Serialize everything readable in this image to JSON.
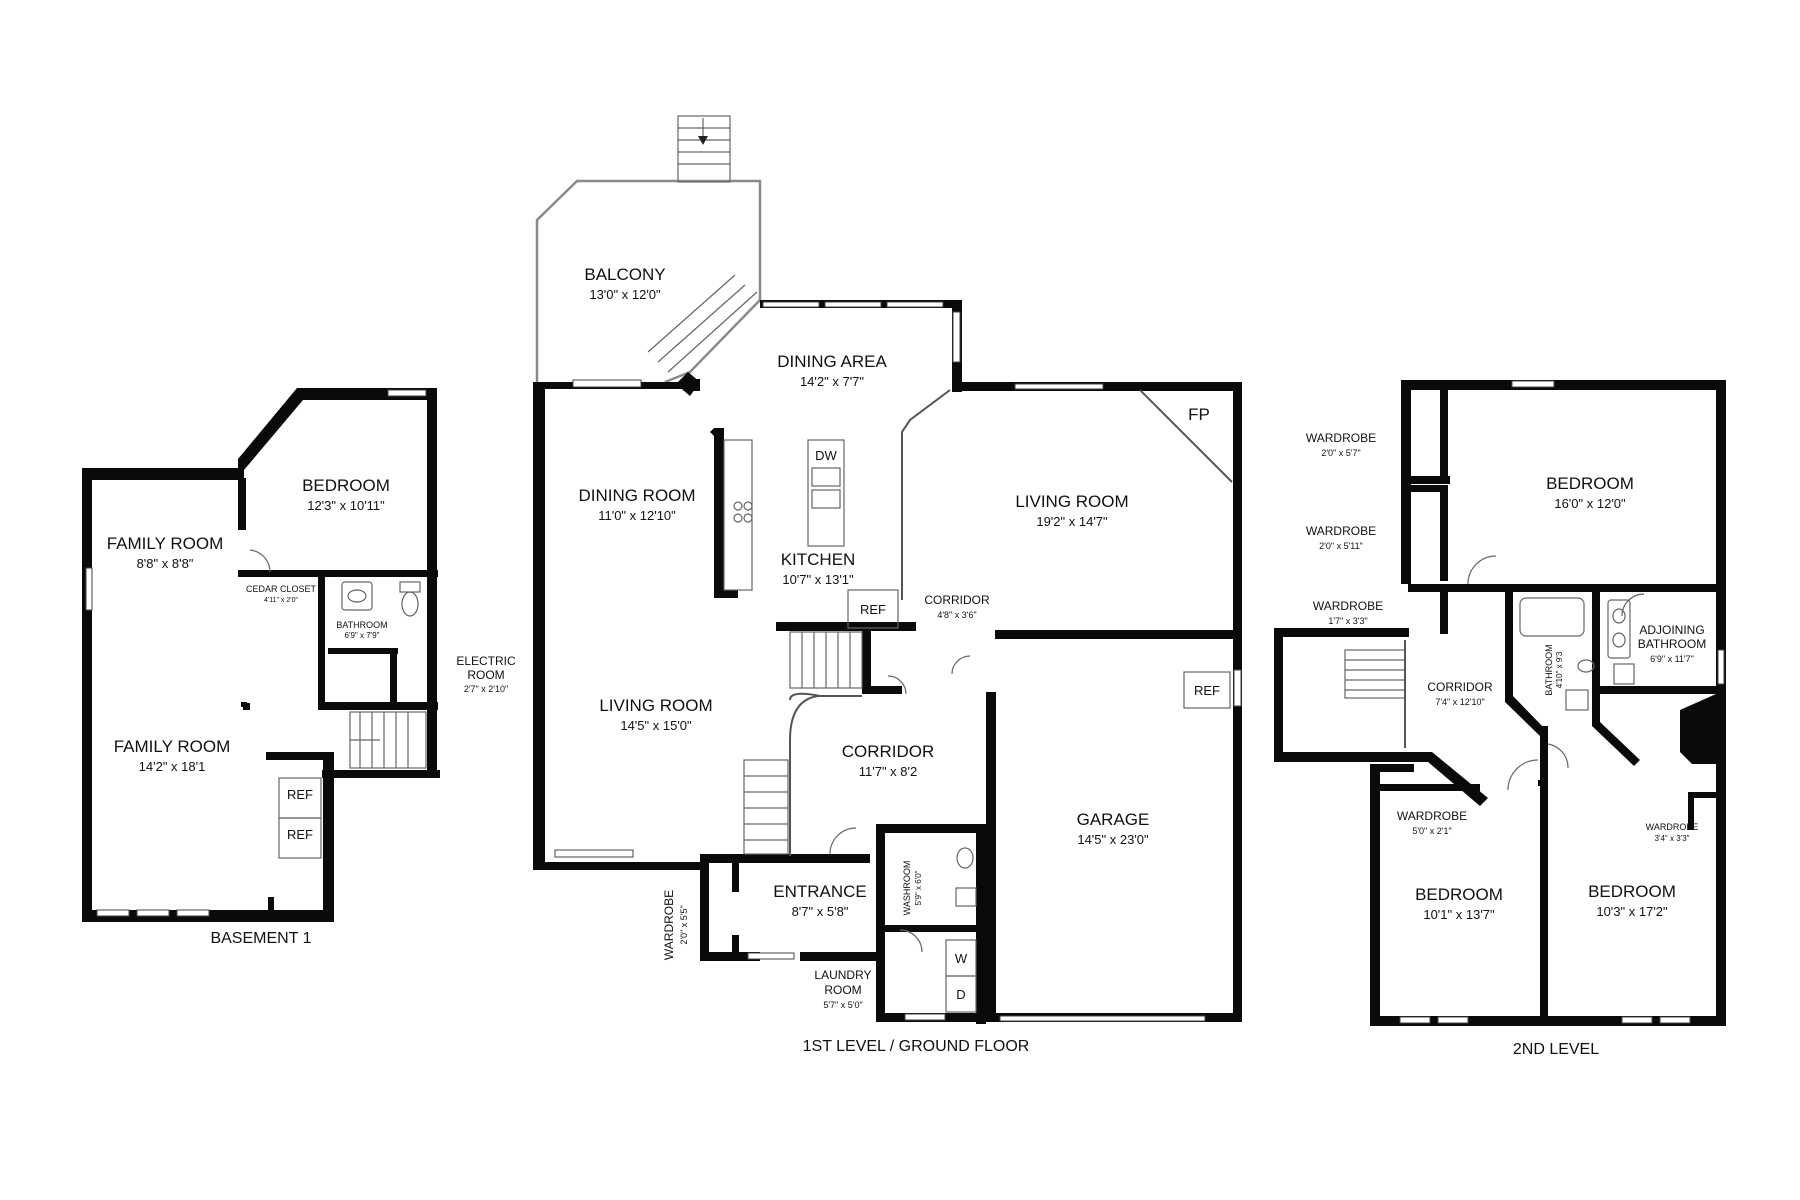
{
  "levels": {
    "basement": {
      "title": "BASEMENT 1",
      "rooms": [
        {
          "name": "FAMILY ROOM",
          "dims": "8'8\" x 8'8\""
        },
        {
          "name": "BEDROOM",
          "dims": "12'3\" x 10'11\""
        },
        {
          "name": "CEDAR CLOSET",
          "dims": "4'11\" x 2'0\""
        },
        {
          "name": "BATHROOM",
          "dims": "6'9\" x 7'9\""
        },
        {
          "name": "ELECTRIC ROOM",
          "name_line2": "ROOM",
          "name_line1": "ELECTRIC",
          "dims": "2'7\" x 2'10\""
        },
        {
          "name": "FAMILY ROOM",
          "dims": "14'2\" x 18'1"
        }
      ],
      "fixtures": {
        "ref1": "REF",
        "ref2": "REF"
      }
    },
    "ground": {
      "title": "1ST LEVEL / GROUND FLOOR",
      "rooms": [
        {
          "name": "BALCONY",
          "dims": "13'0\" x 12'0\""
        },
        {
          "name": "DINING AREA",
          "dims": "14'2\" x 7'7\""
        },
        {
          "name": "DINING ROOM",
          "dims": "11'0\" x 12'10\""
        },
        {
          "name": "KITCHEN",
          "dims": "10'7\" x 13'1\""
        },
        {
          "name": "LIVING ROOM",
          "dims": "19'2\" x 14'7\""
        },
        {
          "name": "CORRIDOR",
          "dims": "4'8\" x 3'6\""
        },
        {
          "name": "LIVING ROOM",
          "dims": "14'5\" x 15'0\""
        },
        {
          "name": "CORRIDOR",
          "dims": "11'7\" x 8'2"
        },
        {
          "name": "GARAGE",
          "dims": "14'5\" x 23'0\""
        },
        {
          "name": "ENTRANCE",
          "dims": "8'7\" x 5'8\""
        },
        {
          "name": "WARDROBE",
          "dims": "2'0\" x 5'5\""
        },
        {
          "name": "WASHROOM",
          "dims": "5'9\" x 6'0\""
        },
        {
          "name_line1": "LAUNDRY",
          "name_line2": "ROOM",
          "dims": "5'7\" x 5'0\""
        }
      ],
      "fixtures": {
        "fp": "FP",
        "dw": "DW",
        "ref_kitchen": "REF",
        "ref_garage": "REF",
        "washer": "W",
        "dryer": "D"
      }
    },
    "second": {
      "title": "2ND LEVEL",
      "rooms": [
        {
          "name": "WARDROBE",
          "dims": "2'0\" x 5'7\""
        },
        {
          "name": "WARDROBE",
          "dims": "2'0\" x 5'11\""
        },
        {
          "name": "WARDROBE",
          "dims": "1'7\" x 3'3\""
        },
        {
          "name": "BEDROOM",
          "dims": "16'0\" x 12'0\""
        },
        {
          "name": "CORRIDOR",
          "dims": "7'4\" x 12'10\""
        },
        {
          "name": "BATHROOM",
          "dims": "4'10\" x 9'3"
        },
        {
          "name_line1": "ADJOINING",
          "name_line2": "BATHROOM",
          "dims": "6'9\" x 11'7\""
        },
        {
          "name": "WARDROBE",
          "dims": "5'0\" x 2'1\""
        },
        {
          "name": "WARDROBE",
          "dims": "3'4\" x 3'3\""
        },
        {
          "name": "BEDROOM",
          "dims": "10'1\" x 13'7\""
        },
        {
          "name": "BEDROOM",
          "dims": "10'3\" x 17'2\""
        }
      ]
    }
  }
}
